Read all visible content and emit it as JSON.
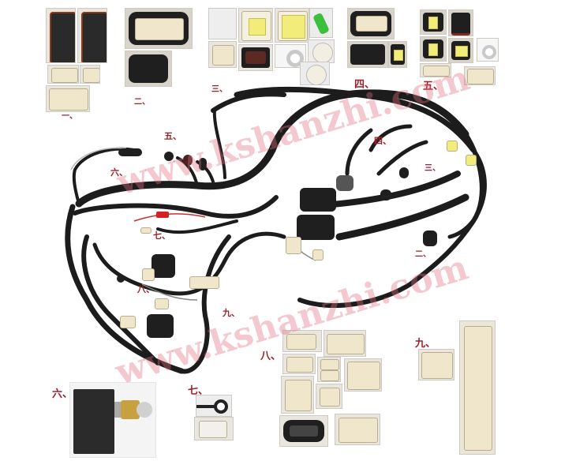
{
  "image": {
    "description": "Motorcycle/vehicle wiring harness with numbered connector close-ups",
    "background": "#ffffff",
    "harness_color": "#1c1c1c",
    "label_color": "#a0202a"
  },
  "watermark": {
    "line1": "www.kshanzhi.com",
    "line2": "www.kshanzhi.com",
    "color": "#e06e82"
  },
  "labels": {
    "one": "一、",
    "two": "二、",
    "three": "三、",
    "four": "四、",
    "five": "五、",
    "six": "六、",
    "seven": "七、",
    "eight": "八、",
    "nine": "九、"
  },
  "harness_callouts": [
    {
      "id": "five",
      "text": "五、"
    },
    {
      "id": "four",
      "text": "四、"
    },
    {
      "id": "three",
      "text": "三、"
    },
    {
      "id": "two",
      "text": "二、"
    },
    {
      "id": "six",
      "text": "六、"
    },
    {
      "id": "seven",
      "text": "七、"
    },
    {
      "id": "eight",
      "text": "八、"
    },
    {
      "id": "nine",
      "text": "九、"
    }
  ],
  "connector_groups": [
    {
      "id": "one",
      "label": "一、",
      "items": [
        "black ECU connector (left)",
        "black ECU connector (right)",
        "3-pin cream connector",
        "2-pin cream connector",
        "6-pin cream connector"
      ]
    },
    {
      "id": "two",
      "label": "二、",
      "items": [
        "16-pin sealed black connector with cream insert",
        "3-pin black connector"
      ]
    },
    {
      "id": "three",
      "label": "三、",
      "items": [
        "white cover",
        "9-pin yellow connector",
        "12-pin yellow connector",
        "green fuse holder",
        "2-pin cream connector",
        "3-pin brown connector",
        "ring terminal",
        "round cap (top)",
        "round cap (bottom)"
      ]
    },
    {
      "id": "four",
      "label": "四、",
      "items": [
        "10-pin sealed connector",
        "multi-pin black ECU connector",
        "4-pin yellow sealed connector"
      ]
    },
    {
      "id": "five",
      "label": "五、",
      "items": [
        "2-pin yellow sealed connector",
        "multi-pin red-sealed connector",
        "2-pin yellow sealed connector",
        "6-pin yellow sealed connector",
        "ring terminal",
        "2-pin cream connector",
        "4-pin cream connector"
      ]
    },
    {
      "id": "six",
      "label": "六、",
      "items": [
        "micro switch with roller lever"
      ]
    },
    {
      "id": "seven",
      "label": "七、",
      "items": [
        "black ring terminal",
        "2-pin cream connector"
      ]
    },
    {
      "id": "eight",
      "label": "八、",
      "items": [
        "2-pin cream connector",
        "6-pin cream connector",
        "2-pin cream connector",
        "2-pin cream connector (stacked)",
        "4-pin cream connector",
        "4-pin cream connector",
        "2-pin cream connector",
        "5-pin sealed black connector",
        "9-pin cream connector"
      ]
    },
    {
      "id": "nine",
      "label": "九、",
      "items": [
        "4-pin cream connector",
        "long multi-pin cream connector"
      ]
    }
  ]
}
